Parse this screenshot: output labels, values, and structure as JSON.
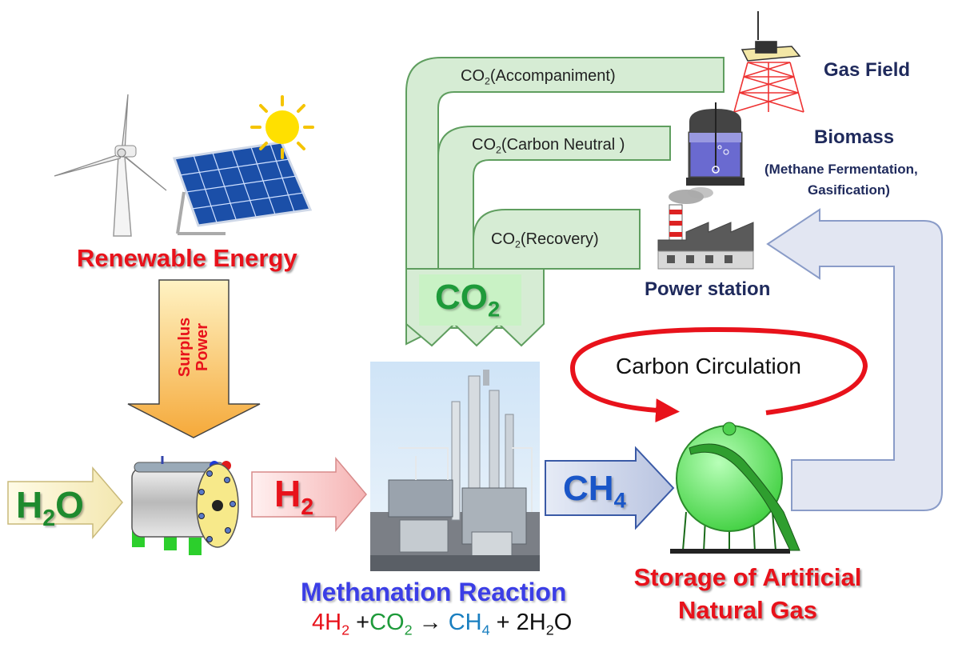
{
  "colors": {
    "renewable_red": "#e8121b",
    "navy": "#1f2a5c",
    "methanation_blue": "#3b3ee6",
    "co2_green": "#1e9a3a",
    "ch4_blue": "#1a56c8",
    "surplus_orange": "#f7b84b",
    "pipe_green_fill": "#d6ecd4",
    "pipe_green_stroke": "#5f9e5f",
    "tank_green": "#7fe87f"
  },
  "icons": [
    "wind-turbine-icon",
    "solar-panel-icon",
    "sun-icon",
    "gas-field-rig-icon",
    "biomass-tank-icon",
    "power-station-icon",
    "electrolyzer-icon",
    "methanation-plant-photo",
    "gas-storage-tank-icon"
  ],
  "labels": {
    "renewable_energy": "Renewable Energy",
    "surplus_power": "Surplus Power",
    "h2o": {
      "base": "H",
      "sub": "2",
      "tail": "O"
    },
    "h2": {
      "base": "H",
      "sub": "2"
    },
    "ch4": {
      "base": "CH",
      "sub": "4"
    },
    "co2_big": {
      "base": "CO",
      "sub": "2"
    },
    "co2_accompaniment": {
      "base": "CO",
      "sub": "2",
      "tail": "(Accompaniment)"
    },
    "co2_carbon_neutral": {
      "base": "CO",
      "sub": "2",
      "tail": "(Carbon Neutral )"
    },
    "co2_recovery": {
      "base": "CO",
      "sub": "2",
      "tail": "(Recovery)"
    },
    "gas_field": "Gas Field",
    "biomass": "Biomass",
    "biomass_detail_1": "(Methane Fermentation,",
    "biomass_detail_2": "Gasification)",
    "power_station": "Power station",
    "carbon_circulation": "Carbon Circulation",
    "methanation_reaction": "Methanation Reaction",
    "storage_line1": "Storage of Artificial",
    "storage_line2": "Natural Gas"
  },
  "equation": {
    "t1": "4H",
    "t1_sub": "2",
    "t2": " +",
    "t3": "CO",
    "t3_sub": "2",
    "t4": " → ",
    "t5": "CH",
    "t5_sub": "4",
    "t6": " + 2H",
    "t6_sub": "2",
    "t7": "O"
  }
}
